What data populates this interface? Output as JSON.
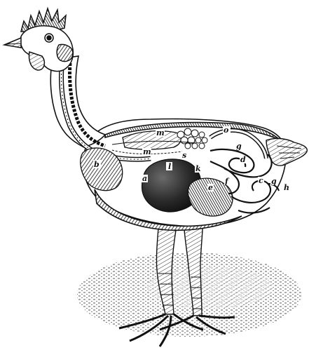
{
  "figure": {
    "labels": {
      "a": "a",
      "b": "b",
      "c": "c",
      "d": "d",
      "e": "e",
      "f": "f",
      "g": "g",
      "h": "h",
      "k": "k",
      "l": "l",
      "m": "m",
      "o": "o",
      "s": "s"
    },
    "colors": {
      "ink": "#111111",
      "paper": "#ffffff",
      "organ_dark": "#222222"
    }
  }
}
